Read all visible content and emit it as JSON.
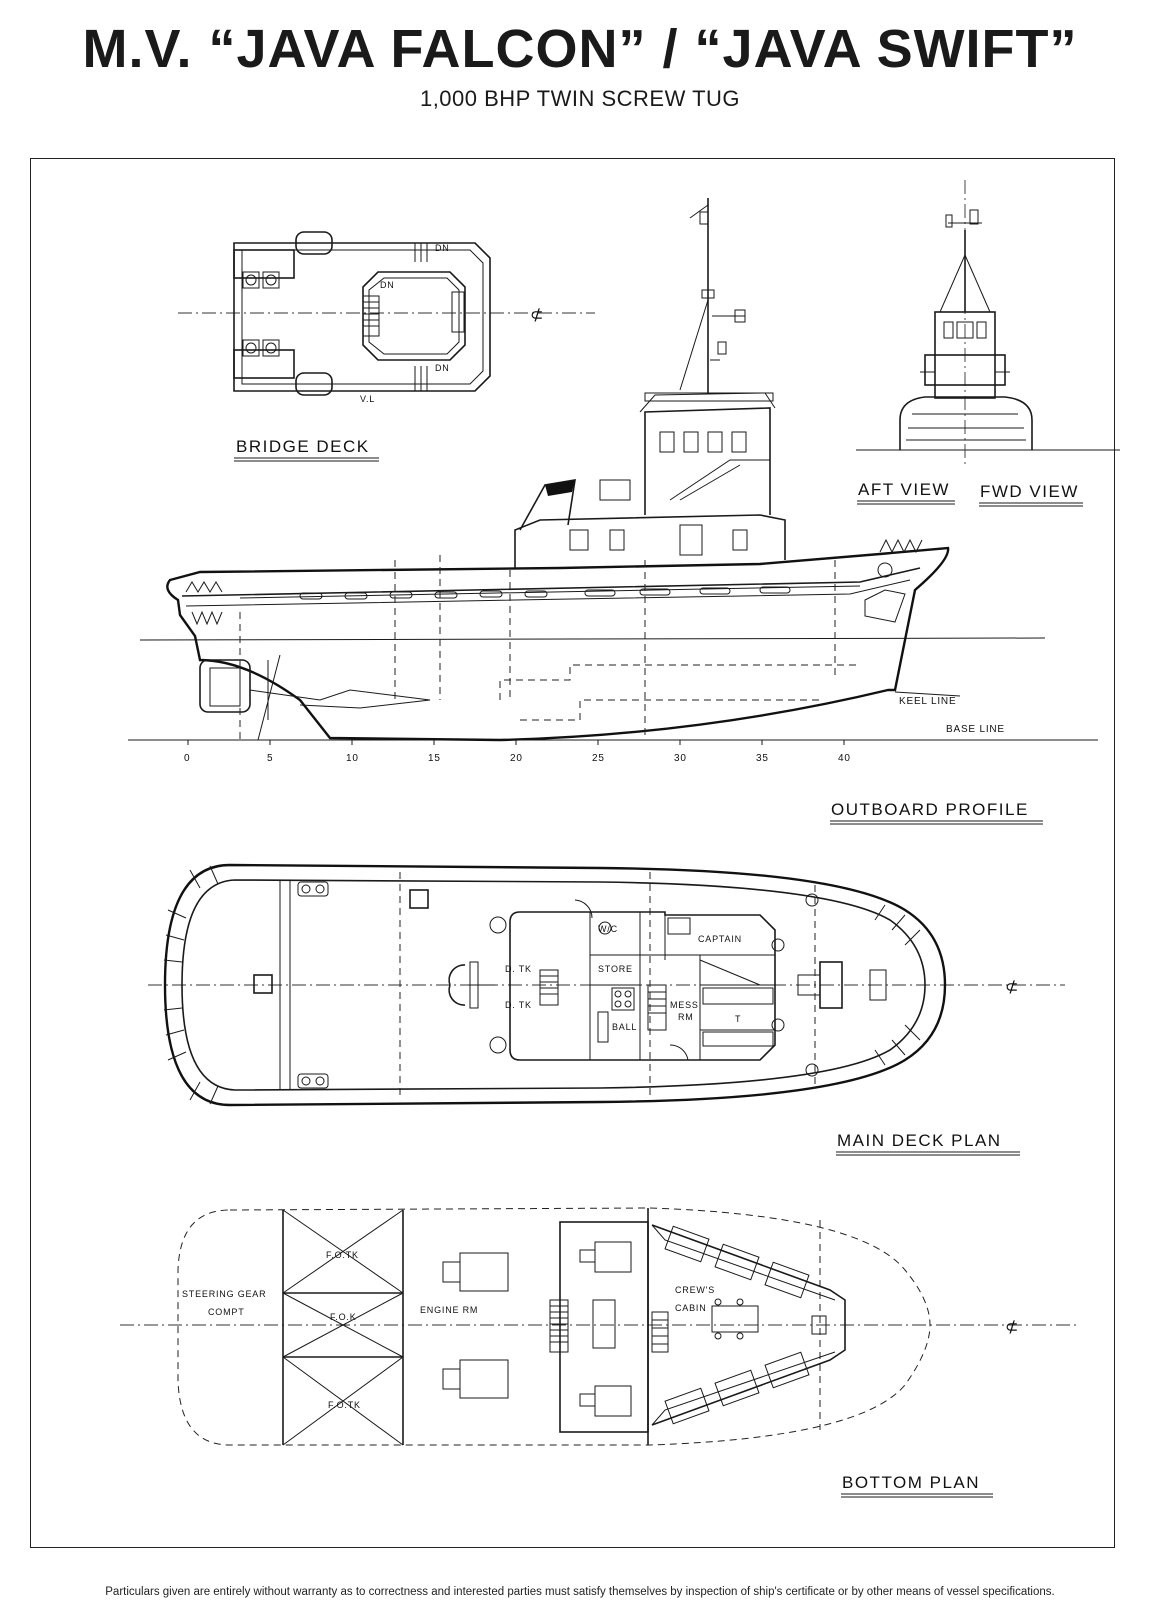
{
  "header": {
    "title": "M.V. “JAVA FALCON” / “JAVA SWIFT”",
    "subtitle": "1,000 BHP TWIN SCREW TUG"
  },
  "sections": {
    "bridge_deck": "BRIDGE DECK",
    "aft_view": "AFT VIEW",
    "fwd_view": "FWD VIEW",
    "outboard_profile": "OUTBOARD PROFILE",
    "main_deck_plan": "MAIN DECK PLAN",
    "bottom_plan": "BOTTOM PLAN"
  },
  "bridge_labels": {
    "dn_top": "DN",
    "dn_center": "DN",
    "dn_bottom": "DN",
    "vl": "V.L"
  },
  "profile_labels": {
    "keel_line": "KEEL LINE",
    "base_line": "BASE LINE",
    "frame_numbers": [
      "0",
      "5",
      "10",
      "15",
      "20",
      "25",
      "30",
      "35",
      "40"
    ]
  },
  "main_deck_labels": {
    "wc": "W/C",
    "captain": "CAPTAIN",
    "store": "STORE",
    "d_tk_upper": "D. TK",
    "d_tk_lower": "D. TK",
    "mess": "MESS",
    "mess_rm": "RM",
    "ball": "BALL",
    "t": "T"
  },
  "bottom_labels": {
    "fo_tk_top": "F.O.TK",
    "fo_k": "F.O.K",
    "fo_tk_bottom": "F.O.TK",
    "steering_gear": "STEERING GEAR",
    "compt": "COMPT",
    "engine_rm": "ENGINE RM",
    "crews": "CREW'S",
    "cabin": "CABIN"
  },
  "footer": {
    "disclaimer": "Particulars given are entirely without warranty as to correctness and interested parties must satisfy themselves by inspection of ship's certificate or by other means of vessel specifications."
  }
}
